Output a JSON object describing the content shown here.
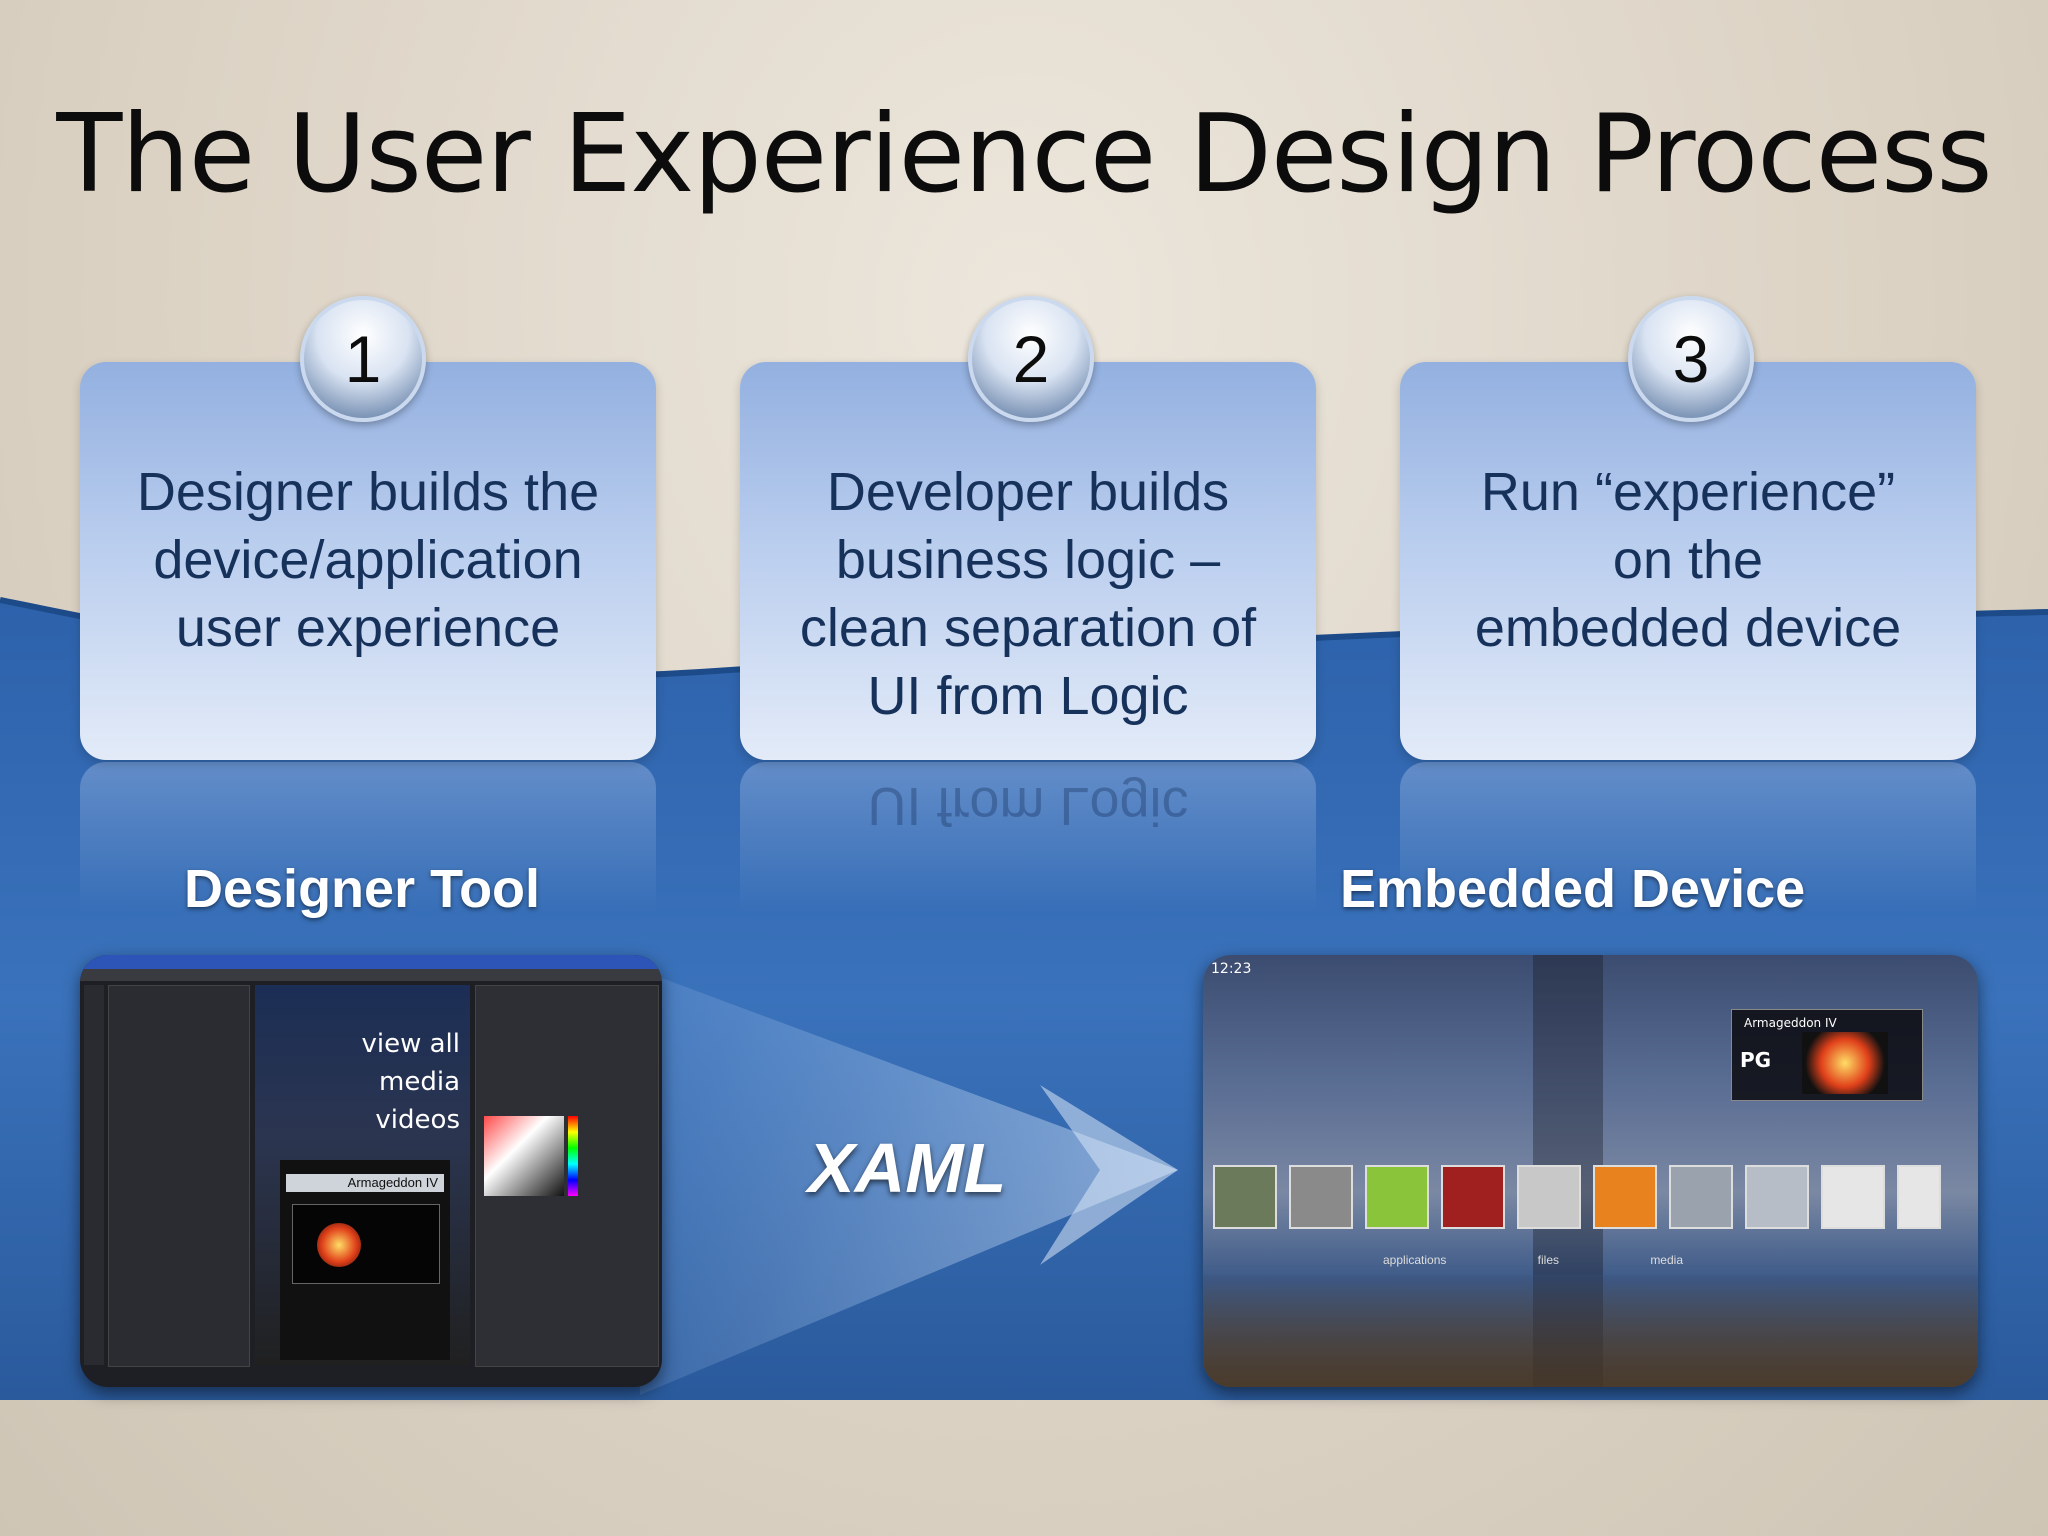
{
  "slide": {
    "title": "The User Experience Design Process",
    "steps": [
      {
        "number": "1",
        "text_lines": [
          "Designer builds the",
          "device/application",
          "user experience"
        ]
      },
      {
        "number": "2",
        "text_lines": [
          "Developer builds",
          "business logic –",
          "clean separation of",
          "UI from Logic"
        ]
      },
      {
        "number": "3",
        "text_lines": [
          "Run “experience”",
          "on the",
          "embedded device"
        ]
      }
    ],
    "designer_label": "Designer Tool",
    "device_label": "Embedded Device",
    "arrow_label": "XAML",
    "designer_menu": [
      "view all",
      "media",
      "videos"
    ],
    "designer_caption": "Armageddon IV",
    "device_time": "12:23",
    "device_caption": "Armageddon IV",
    "device_rating": "PG",
    "device_nav": [
      "applications",
      "files",
      "media"
    ]
  },
  "colors": {
    "band": "#2f66ad",
    "card": "#b9cdee",
    "text": "#16315a"
  }
}
